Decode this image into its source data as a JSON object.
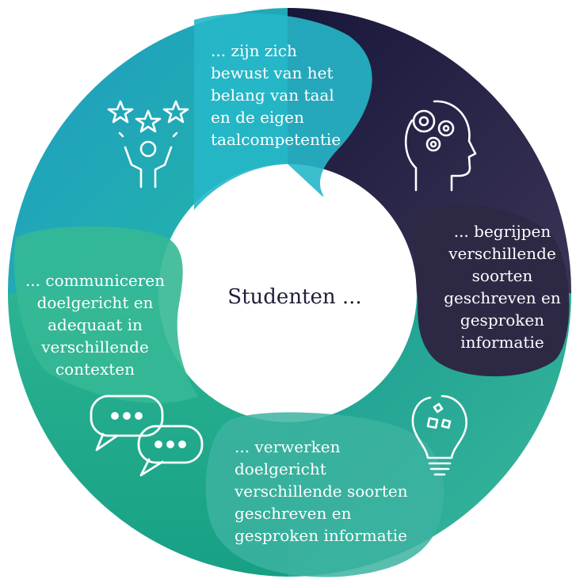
{
  "center": {
    "label": "Studenten ..."
  },
  "segments": [
    {
      "name": "top",
      "lines": [
        "... zijn zich",
        "bewust van het",
        "belang van taal",
        "en de eigen",
        "taalcompetentie"
      ],
      "icon": "achievement-stars-icon"
    },
    {
      "name": "right",
      "lines": [
        "... begrijpen",
        "verschillende",
        "soorten",
        "geschreven en",
        "gesproken",
        "informatie"
      ],
      "icon": "head-gears-icon"
    },
    {
      "name": "bottom",
      "lines": [
        "... verwerken",
        "doelgericht",
        "verschillende soorten",
        "geschreven en",
        "gesproken informatie"
      ],
      "icon": "puzzle-lightbulb-icon"
    },
    {
      "name": "left",
      "lines": [
        "... communiceren",
        "doelgericht en",
        "adequaat in",
        "verschillende",
        "contexten"
      ],
      "icon": "chat-bubbles-icon"
    }
  ],
  "colors": {
    "teal_light": "#29b3c7",
    "teal_mid": "#1fa39c",
    "green": "#36b58d",
    "navy": "#25223f",
    "white": "#ffffff"
  }
}
